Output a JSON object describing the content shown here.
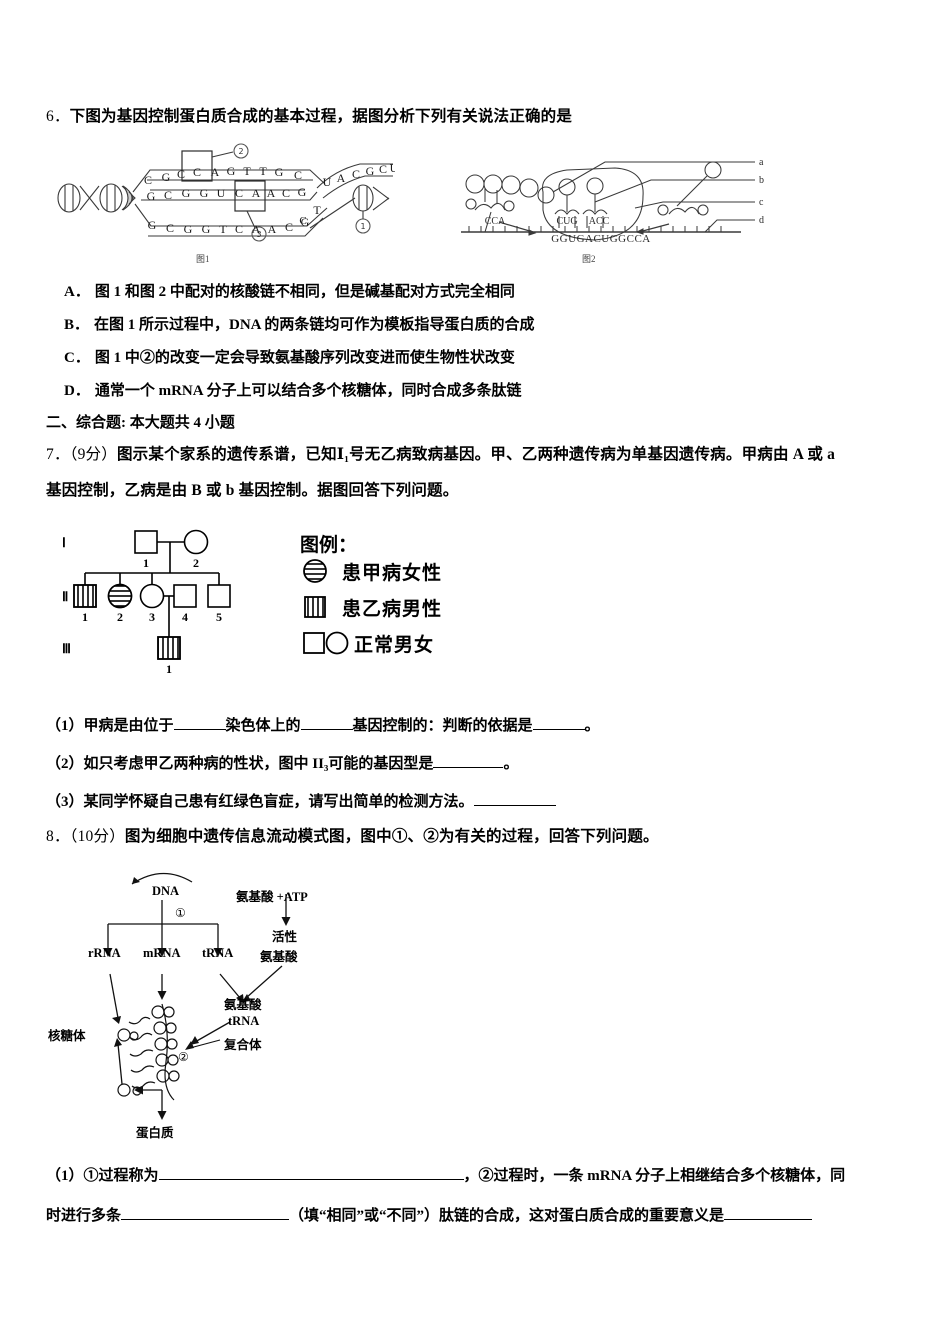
{
  "question6": {
    "number": "6．",
    "stem": "下图为基因控制蛋白质合成的基本过程，据图分析下列有关说法正确的是",
    "figure1": {
      "caption": "图1",
      "label_2": "②",
      "label_3": "③",
      "label_1": "①",
      "strand_top": [
        "C",
        "G",
        "C",
        "C",
        "A",
        "G",
        "T",
        "T",
        "G",
        "C"
      ],
      "strand_mrna": [
        "G",
        "C",
        "G",
        "G",
        "U",
        "C",
        "A",
        "A",
        "C",
        "G"
      ],
      "strand_bottom": [
        "G",
        "C",
        "G",
        "G",
        "T",
        "C",
        "A",
        "A",
        "C",
        "G"
      ],
      "strand_tail": [
        "U",
        "A",
        "C",
        "G",
        "C",
        "U"
      ],
      "tail_bottom": [
        "C",
        "G",
        "T"
      ]
    },
    "figure2": {
      "caption": "图2",
      "mrna_sequence": "GGUGACUGGCCA",
      "codon_left": "CCA",
      "codon_mid1": "CUG",
      "codon_mid2": "ACC",
      "pointer_labels": [
        "a",
        "b",
        "c",
        "d"
      ]
    },
    "options": [
      {
        "letter": "A．",
        "text": "图 1 和图 2 中配对的核酸链不相同，但是碱基配对方式完全相同"
      },
      {
        "letter": "B．",
        "text": "在图 1 所示过程中，DNA 的两条链均可作为模板指导蛋白质的合成"
      },
      {
        "letter": "C．",
        "text": "图 1 中②的改变一定会导致氨基酸序列改变进而使生物性状改变"
      },
      {
        "letter": "D．",
        "text": "通常一个 mRNA 分子上可以结合多个核糖体，同时合成多条肽链"
      }
    ]
  },
  "section2": {
    "heading": "二、综合题: 本大题共 4 小题"
  },
  "question7": {
    "number": "7．",
    "score": "（9分）",
    "stem_line1": "图示某个家系的遗传系谱，已知Ⅰ₁号无乙病致病基因。甲、乙两种遗传病为单基因遗传病。甲病由 A 或 a",
    "stem_line2": "基因控制，乙病是由 B 或 b 基因控制。据图回答下列问题。",
    "pedigree": {
      "generations": [
        "Ⅰ",
        "Ⅱ",
        "Ⅲ"
      ],
      "gen1": [
        {
          "id": "1",
          "shape": "square",
          "fill": "normal"
        },
        {
          "id": "2",
          "shape": "circle",
          "fill": "normal"
        }
      ],
      "gen2": [
        {
          "id": "1",
          "shape": "square",
          "fill": "vertical"
        },
        {
          "id": "2",
          "shape": "circle",
          "fill": "horizontal"
        },
        {
          "id": "3",
          "shape": "circle",
          "fill": "normal"
        },
        {
          "id": "4",
          "shape": "square",
          "fill": "normal"
        },
        {
          "id": "5",
          "shape": "square",
          "fill": "normal"
        }
      ],
      "gen3": [
        {
          "id": "1",
          "shape": "square",
          "fill": "vertical"
        }
      ]
    },
    "legend": {
      "title": "图例：",
      "items": [
        {
          "symbol": "circle-horizontal",
          "label": "患甲病女性"
        },
        {
          "symbol": "square-vertical",
          "label": "患乙病男性"
        },
        {
          "symbol": "square-circle-normal",
          "label": "正常男女"
        }
      ]
    },
    "sub_questions": [
      {
        "prefix": "（1）甲病是由位于",
        "b1": "",
        "mid1": "染色体上的",
        "b2": "",
        "mid2": "基因控制的：判断的依据是",
        "b3": "",
        "tail": "。"
      },
      {
        "prefix": "（2）如只考虑甲乙两种病的性状，图中 II₃可能的基因型是",
        "b1": "",
        "tail": "。"
      },
      {
        "prefix": "（3）某同学怀疑自己患有红绿色盲症，请写出简单的检测方法。",
        "b1": "",
        "tail": ""
      }
    ]
  },
  "question8": {
    "number": "8．",
    "score": "（10分）",
    "stem": "图为细胞中遗传信息流动模式图，图中①、②为有关的过程，回答下列问题。",
    "diagram": {
      "dna": "DNA",
      "process1": "①",
      "process2": "②",
      "amino_atp": "氨基酸 +ATP",
      "active_aa_line1": "活性",
      "active_aa_line2": "氨基酸",
      "rrna": "rRNA",
      "mrna": "mRNA",
      "trna": "tRNA",
      "complex_line1": "氨基酸",
      "complex_line2": "tRNA",
      "complex_line3": "复合体",
      "ribosome": "核糖体",
      "protein": "蛋白质"
    },
    "sub_questions": [
      {
        "line1_a": "（1）①过程称为",
        "line1_b": "，②过程时，一条 mRNA 分子上相继结合多个核糖体，同"
      },
      {
        "line2_a": "时进行多条",
        "line2_b": "（填“相同”或“不同”）肽链的合成，这对蛋白质合成的重要意义是"
      }
    ]
  }
}
